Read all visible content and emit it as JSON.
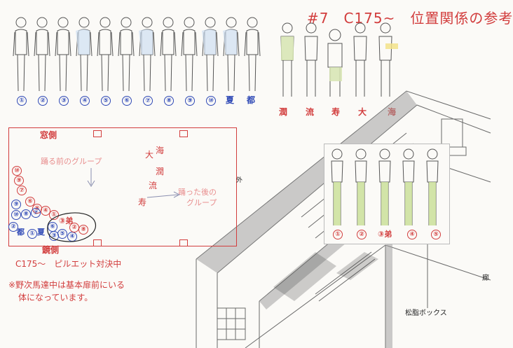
{
  "title": "#7　C175~　位置関係の参考",
  "top_row": {
    "labels": [
      "①",
      "②",
      "③",
      "④",
      "⑤",
      "⑥",
      "⑦",
      "⑧",
      "⑨",
      "⑩",
      "夏",
      "都"
    ]
  },
  "side_row": {
    "labels": [
      "潤",
      "流",
      "寿",
      "大",
      "海"
    ]
  },
  "inset_row": {
    "labels": [
      "①",
      "②",
      "③弟",
      "④",
      "⑤"
    ]
  },
  "floor_plan": {
    "window_side": "窓側",
    "mirror_side": "鏡側",
    "outside": "外",
    "group_before": "踊る前のグループ",
    "group_after_line1": "踊った後の",
    "group_after_line2": "グループ",
    "names_vertical": [
      "大",
      "海",
      "潤",
      "流",
      "寿"
    ],
    "dancers_left": [
      "⑩",
      "⑨",
      "⑦",
      "⑥",
      "⑤",
      "④",
      "①",
      "⑨",
      "⑩",
      "⑧",
      "⑦",
      "②",
      "⑥",
      "③",
      "⑤",
      "④",
      "都",
      "①",
      "夏"
    ],
    "dancers_group": [
      "③弟",
      "②",
      "⑧"
    ]
  },
  "caption": {
    "line1": "C175～　ピルエット対決中",
    "line2": "※野次馬達中は基本扉前にいる",
    "line3": "体になっています。"
  },
  "right_room": {
    "box_label": "松脂ボックス",
    "edge_label": "廊"
  }
}
